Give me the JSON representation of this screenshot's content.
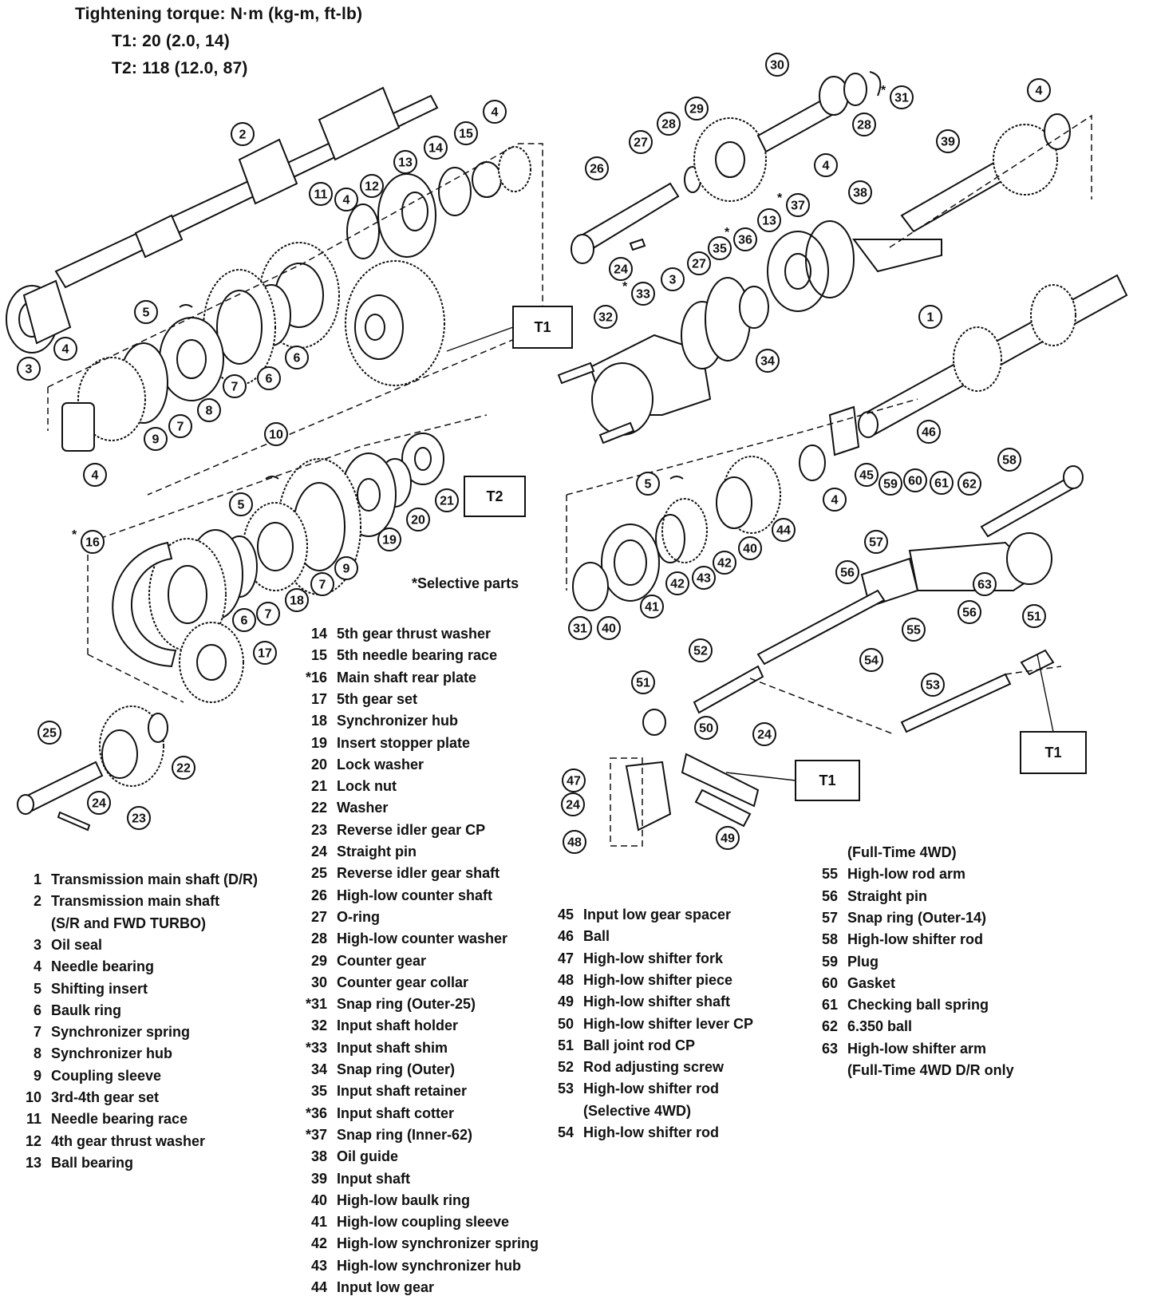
{
  "header": {
    "title": "Tightening torque:  N·m (kg-m, ft-lb)",
    "t1": "T1:  20 (2.0, 14)",
    "t2": "T2:  118 (12.0, 87)"
  },
  "selective_note": "*Selective parts",
  "torque_labels": {
    "t1": "T1",
    "t2": "T2"
  },
  "parts": [
    {
      "num": "1",
      "name": "Transmission main shaft (D/R)"
    },
    {
      "num": "2",
      "name": "Transmission main shaft"
    },
    {
      "num": "",
      "name": "(S/R and FWD TURBO)"
    },
    {
      "num": "3",
      "name": "Oil seal"
    },
    {
      "num": "4",
      "name": "Needle bearing"
    },
    {
      "num": "5",
      "name": "Shifting insert"
    },
    {
      "num": "6",
      "name": "Baulk ring"
    },
    {
      "num": "7",
      "name": "Synchronizer spring"
    },
    {
      "num": "8",
      "name": "Synchronizer hub"
    },
    {
      "num": "9",
      "name": "Coupling sleeve"
    },
    {
      "num": "10",
      "name": "3rd-4th gear set"
    },
    {
      "num": "11",
      "name": "Needle bearing race"
    },
    {
      "num": "12",
      "name": "4th gear thrust washer"
    },
    {
      "num": "13",
      "name": "Ball bearing"
    },
    {
      "num": "14",
      "name": "5th gear thrust washer"
    },
    {
      "num": "15",
      "name": "5th needle bearing race"
    },
    {
      "num": "*16",
      "name": "Main shaft rear plate"
    },
    {
      "num": "17",
      "name": "5th gear set"
    },
    {
      "num": "18",
      "name": "Synchronizer hub"
    },
    {
      "num": "19",
      "name": "Insert stopper plate"
    },
    {
      "num": "20",
      "name": "Lock washer"
    },
    {
      "num": "21",
      "name": "Lock nut"
    },
    {
      "num": "22",
      "name": "Washer"
    },
    {
      "num": "23",
      "name": "Reverse idler gear CP"
    },
    {
      "num": "24",
      "name": "Straight pin"
    },
    {
      "num": "25",
      "name": "Reverse idler gear shaft"
    },
    {
      "num": "26",
      "name": "High-low counter shaft"
    },
    {
      "num": "27",
      "name": "O-ring"
    },
    {
      "num": "28",
      "name": "High-low counter washer"
    },
    {
      "num": "29",
      "name": "Counter gear"
    },
    {
      "num": "30",
      "name": "Counter gear collar"
    },
    {
      "num": "*31",
      "name": "Snap ring (Outer-25)"
    },
    {
      "num": "32",
      "name": "Input shaft holder"
    },
    {
      "num": "*33",
      "name": "Input shaft shim"
    },
    {
      "num": "34",
      "name": "Snap ring (Outer)"
    },
    {
      "num": "35",
      "name": "Input shaft retainer"
    },
    {
      "num": "*36",
      "name": "Input shaft cotter"
    },
    {
      "num": "*37",
      "name": "Snap ring (Inner-62)"
    },
    {
      "num": "38",
      "name": "Oil guide"
    },
    {
      "num": "39",
      "name": "Input shaft"
    },
    {
      "num": "40",
      "name": "High-low baulk ring"
    },
    {
      "num": "41",
      "name": "High-low coupling sleeve"
    },
    {
      "num": "42",
      "name": "High-low synchronizer spring"
    },
    {
      "num": "43",
      "name": "High-low synchronizer hub"
    },
    {
      "num": "44",
      "name": "Input low gear"
    },
    {
      "num": "45",
      "name": "Input low gear spacer"
    },
    {
      "num": "46",
      "name": "Ball"
    },
    {
      "num": "47",
      "name": "High-low shifter fork"
    },
    {
      "num": "48",
      "name": "High-low shifter piece"
    },
    {
      "num": "49",
      "name": "High-low shifter shaft"
    },
    {
      "num": "50",
      "name": "High-low shifter lever CP"
    },
    {
      "num": "51",
      "name": "Ball joint rod CP"
    },
    {
      "num": "52",
      "name": "Rod adjusting screw"
    },
    {
      "num": "53",
      "name": "High-low shifter rod"
    },
    {
      "num": "",
      "name": "(Selective 4WD)"
    },
    {
      "num": "54",
      "name": "High-low shifter rod"
    },
    {
      "num": "",
      "name": "(Full-Time 4WD)"
    },
    {
      "num": "55",
      "name": "High-low rod arm"
    },
    {
      "num": "56",
      "name": "Straight pin"
    },
    {
      "num": "57",
      "name": "Snap ring (Outer-14)"
    },
    {
      "num": "58",
      "name": "High-low shifter rod"
    },
    {
      "num": "59",
      "name": "Plug"
    },
    {
      "num": "60",
      "name": "Gasket"
    },
    {
      "num": "61",
      "name": "Checking ball spring"
    },
    {
      "num": "62",
      "name": "6.350 ball"
    },
    {
      "num": "63",
      "name": "High-low shifter arm"
    },
    {
      "num": "",
      "name": "(Full-Time 4WD D/R only"
    }
  ],
  "callouts": [
    {
      "n": "2",
      "star": false
    },
    {
      "n": "4",
      "star": false
    },
    {
      "n": "15",
      "star": false
    },
    {
      "n": "14",
      "star": false
    },
    {
      "n": "13",
      "star": false
    },
    {
      "n": "12",
      "star": false
    },
    {
      "n": "4",
      "star": false
    },
    {
      "n": "11",
      "star": false
    },
    {
      "n": "5",
      "star": false
    },
    {
      "n": "3",
      "star": false
    },
    {
      "n": "4",
      "star": false
    },
    {
      "n": "6",
      "star": false
    },
    {
      "n": "7",
      "star": false
    },
    {
      "n": "8",
      "star": false
    },
    {
      "n": "7",
      "star": false
    },
    {
      "n": "9",
      "star": false
    },
    {
      "n": "6",
      "star": false
    },
    {
      "n": "10",
      "star": false
    },
    {
      "n": "4",
      "star": false
    },
    {
      "n": "21",
      "star": false
    },
    {
      "n": "20",
      "star": false
    },
    {
      "n": "19",
      "star": false
    },
    {
      "n": "5",
      "star": false
    },
    {
      "n": "9",
      "star": false
    },
    {
      "n": "7",
      "star": false
    },
    {
      "n": "18",
      "star": false
    },
    {
      "n": "7",
      "star": false
    },
    {
      "n": "6",
      "star": false
    },
    {
      "n": "16",
      "star": true
    },
    {
      "n": "17",
      "star": false
    },
    {
      "n": "25",
      "star": false
    },
    {
      "n": "24",
      "star": false
    },
    {
      "n": "23",
      "star": false
    },
    {
      "n": "22",
      "star": false
    },
    {
      "n": "30",
      "star": false
    },
    {
      "n": "31",
      "star": true
    },
    {
      "n": "28",
      "star": false
    },
    {
      "n": "29",
      "star": false
    },
    {
      "n": "28",
      "star": false
    },
    {
      "n": "27",
      "star": false
    },
    {
      "n": "26",
      "star": false
    },
    {
      "n": "4",
      "star": false
    },
    {
      "n": "4",
      "star": false
    },
    {
      "n": "39",
      "star": false
    },
    {
      "n": "38",
      "star": false
    },
    {
      "n": "37",
      "star": true
    },
    {
      "n": "13",
      "star": false
    },
    {
      "n": "36",
      "star": true
    },
    {
      "n": "35",
      "star": false
    },
    {
      "n": "27",
      "star": false
    },
    {
      "n": "3",
      "star": false
    },
    {
      "n": "33",
      "star": true
    },
    {
      "n": "32",
      "star": false
    },
    {
      "n": "24",
      "star": false
    },
    {
      "n": "34",
      "star": false
    },
    {
      "n": "1",
      "star": false
    },
    {
      "n": "46",
      "star": false
    },
    {
      "n": "45",
      "star": false
    },
    {
      "n": "4",
      "star": false
    },
    {
      "n": "5",
      "star": false
    },
    {
      "n": "44",
      "star": false
    },
    {
      "n": "40",
      "star": false
    },
    {
      "n": "42",
      "star": false
    },
    {
      "n": "43",
      "star": false
    },
    {
      "n": "42",
      "star": false
    },
    {
      "n": "41",
      "star": false
    },
    {
      "n": "40",
      "star": false
    },
    {
      "n": "31",
      "star": false
    },
    {
      "n": "58",
      "star": false
    },
    {
      "n": "59",
      "star": false
    },
    {
      "n": "60",
      "star": false
    },
    {
      "n": "61",
      "star": false
    },
    {
      "n": "62",
      "star": false
    },
    {
      "n": "57",
      "star": false
    },
    {
      "n": "56",
      "star": false
    },
    {
      "n": "63",
      "star": false
    },
    {
      "n": "56",
      "star": false
    },
    {
      "n": "55",
      "star": false
    },
    {
      "n": "54",
      "star": false
    },
    {
      "n": "52",
      "star": false
    },
    {
      "n": "51",
      "star": false
    },
    {
      "n": "50",
      "star": false
    },
    {
      "n": "24",
      "star": false
    },
    {
      "n": "53",
      "star": false
    },
    {
      "n": "51",
      "star": false
    },
    {
      "n": "47",
      "star": false
    },
    {
      "n": "24",
      "star": false
    },
    {
      "n": "48",
      "star": false
    },
    {
      "n": "49",
      "star": false
    }
  ]
}
